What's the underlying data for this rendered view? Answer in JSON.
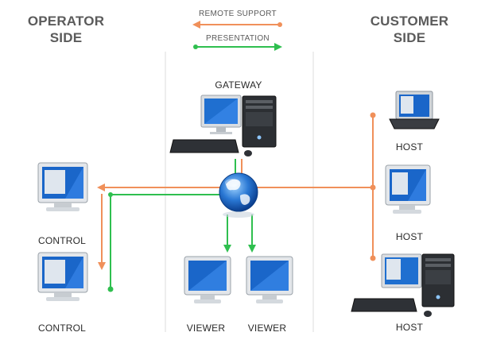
{
  "operator_side": {
    "line1": "OPERATOR",
    "line2": "SIDE"
  },
  "customer_side": {
    "line1": "CUSTOMER",
    "line2": "SIDE"
  },
  "legend": {
    "remote_support": "REMOTE SUPPORT",
    "presentation": "PRESENTATION"
  },
  "nodes": {
    "gateway": "GATEWAY",
    "control_1": "CONTROL",
    "control_2": "CONTROL",
    "viewer_1": "VIEWER",
    "viewer_2": "VIEWER",
    "host_1": "HOST",
    "host_2": "HOST",
    "host_3": "HOST"
  },
  "colors": {
    "remote_support": "#f0905a",
    "presentation": "#2fbf4f",
    "text": "#5b5b5b",
    "divider": "#dcdcdc"
  },
  "icons": {
    "gateway": "desktop-tower-icon",
    "control": "monitor-icon",
    "viewer": "monitor-icon",
    "host_laptop": "laptop-icon",
    "host_monitor": "monitor-icon",
    "host_tower": "desktop-tower-icon",
    "hub": "globe-icon"
  }
}
